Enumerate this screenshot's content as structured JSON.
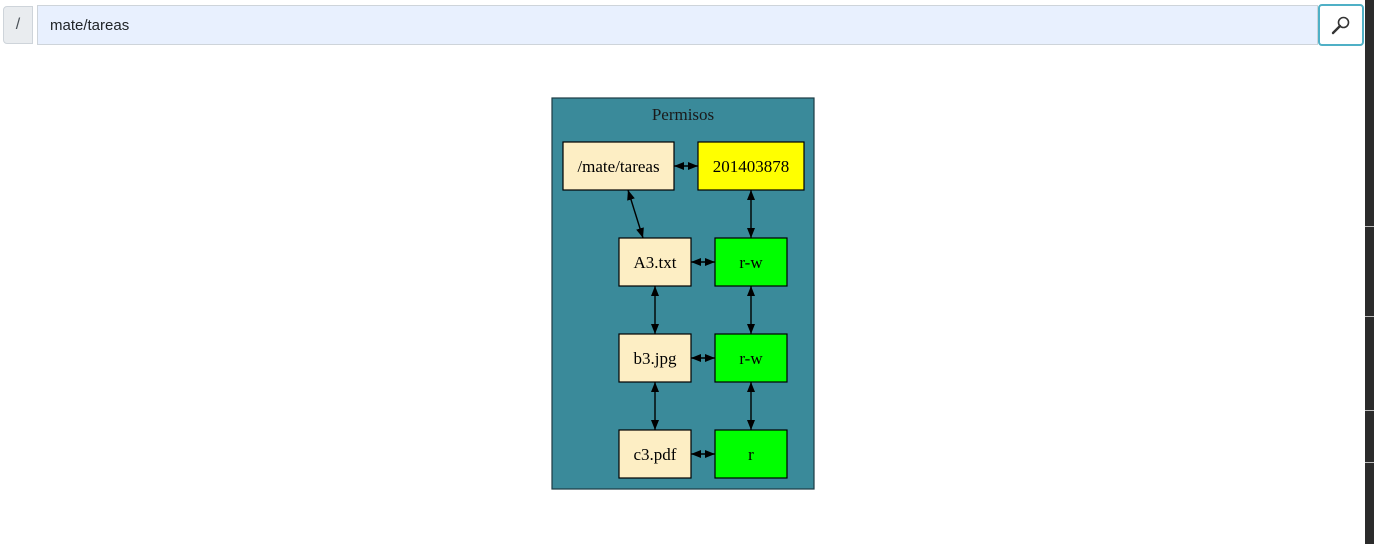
{
  "toolbar": {
    "prefix": "/",
    "path_value": "mate/tareas",
    "search_icon": "search-icon"
  },
  "graph": {
    "title": "Permisos",
    "colors": {
      "cluster_fill": "#3a8a9a",
      "file_fill": "#fdeec4",
      "owner_fill": "#ffff00",
      "perm_fill": "#00ff00"
    },
    "nodes": {
      "dir": "/mate/tareas",
      "owner": "201403878",
      "file1": "A3.txt",
      "perm1": "r-w",
      "file2": "b3.jpg",
      "perm2": "r-w",
      "file3": "c3.pdf",
      "perm3": "r"
    }
  }
}
